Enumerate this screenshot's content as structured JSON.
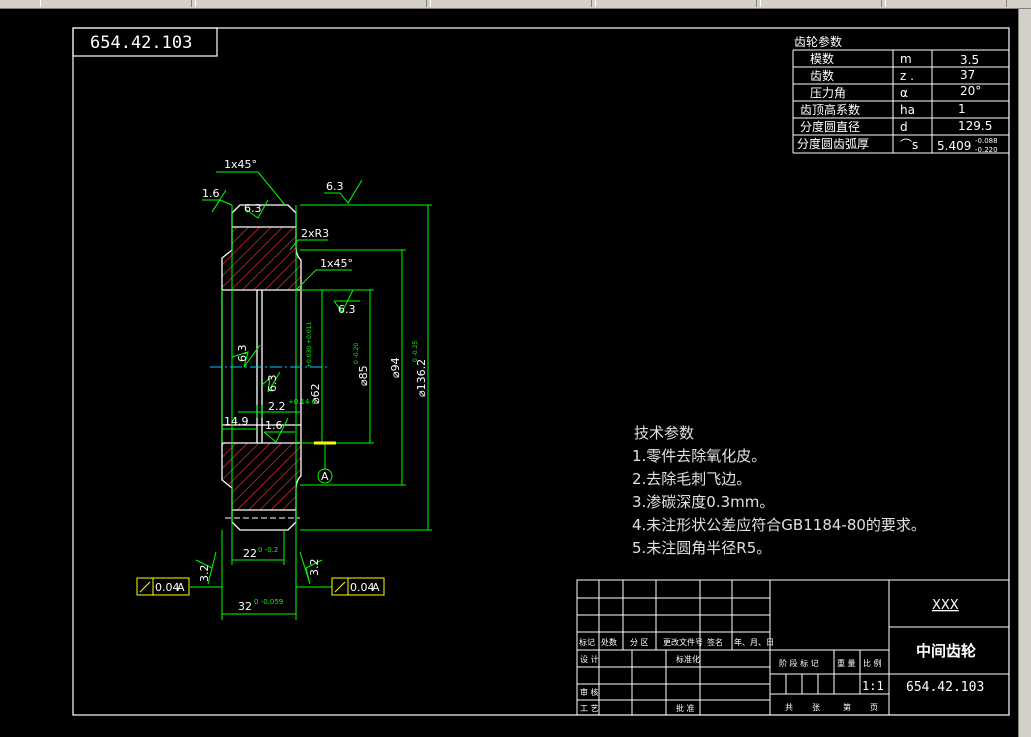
{
  "drawing_number": "654.42.103",
  "gear_table": {
    "title": "齿轮参数",
    "rows": [
      {
        "name": "模数",
        "symbol": "m",
        "value": "3.5"
      },
      {
        "name": "齿数",
        "symbol": "z  .",
        "value": "37"
      },
      {
        "name": "压力角",
        "symbol": "α",
        "value": "20°"
      },
      {
        "name": "齿顶高系数",
        "symbol": "ha",
        "value": "1"
      },
      {
        "name": "分度圆直径",
        "symbol": "d",
        "value": "129.5"
      },
      {
        "name": "分度圆齿弧厚",
        "symbol": "⌒s",
        "value": "5.409",
        "tol_upper": "-0.088",
        "tol_lower": "-0.220"
      }
    ]
  },
  "dims": {
    "chamfer_top": "1x45°",
    "rough_16_left": "1.6",
    "rough_63_top": "6.3",
    "rough_63_inner": "6.3",
    "fillet": "2xR3",
    "chamfer_bore": "1x45°",
    "rough_63_bore": "6.3",
    "rough_63_side": "6.3",
    "rough_63_step": "6.3",
    "dia_62": "⌀62",
    "dia_62_tol": "+0.030 +0.011",
    "dia_85": "⌀85",
    "dia_85_tol": "0 -0.20",
    "dia_94": "⌀94",
    "dia_136": "⌀136.2",
    "dia_136_tol": "0 -0.25",
    "groove_22": "2.2",
    "groove_22_tol": "+0.14 0",
    "width_149": "14.9",
    "rough_16_bore": "1.6",
    "datum": "A",
    "width_22": "22",
    "width_22_tol": "0 -0.2",
    "rough_32_left": "3.2",
    "rough_32_right": "3.2",
    "runout_left": "0.04",
    "runout_left_datum": "A",
    "runout_right": "0.04",
    "runout_right_datum": "A",
    "width_32": "32",
    "width_32_tol": "0 -0.059"
  },
  "notes": {
    "title": "技术参数",
    "items": [
      "1.零件去除氧化皮。",
      "2.去除毛刺飞边。",
      "3.渗碳深度0.3mm。",
      "4.未注形状公差应符合GB1184-80的要求。",
      "5.未注圆角半径R5。"
    ]
  },
  "title_block": {
    "company": "XXX",
    "part_name": "中间齿轮",
    "drawing_no": "654.42.103",
    "scale": "1:1",
    "labels": {
      "mark": "标记",
      "count": "处数",
      "zone": "分 区",
      "doc": "更改文件号",
      "sign": "签名",
      "date": "年、月、日",
      "design": "设 计",
      "std": "标准化",
      "review": "审 核",
      "process": "工 艺",
      "approve": "批 准",
      "stage": "阶 段 标 记",
      "weight": "重 量",
      "ratio": "比 例",
      "total": "共",
      "sheets": "张",
      "page": "第",
      "page2": "页"
    }
  },
  "colors": {
    "line": "#ffffff",
    "dim": "#00ff00",
    "yellow": "#ffff00",
    "hatch": "#ff3030",
    "cyan": "#00c8ff"
  }
}
